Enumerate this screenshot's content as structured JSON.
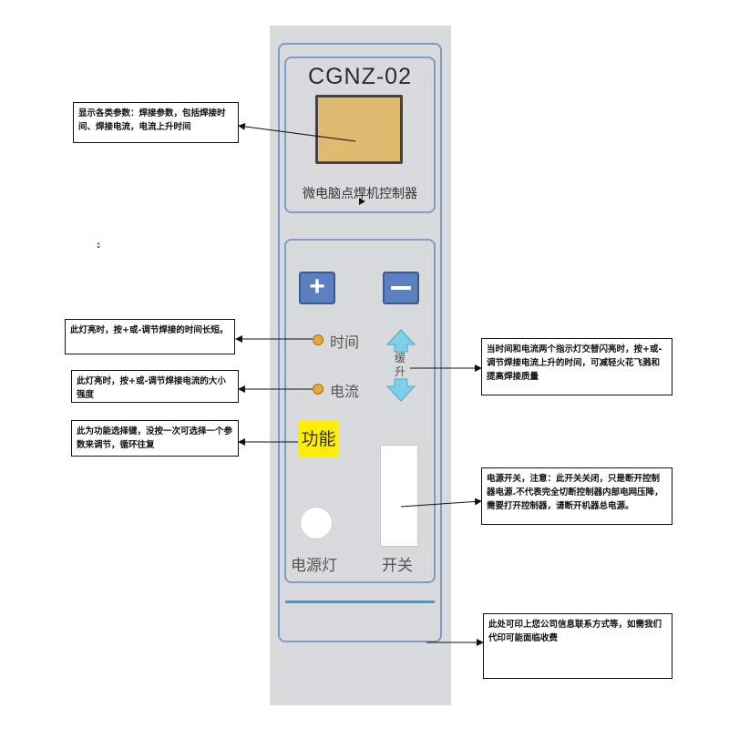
{
  "panel": {
    "model": "CGNZ-02",
    "device_name": "微电脑点焊机控制器",
    "plus_label": "+",
    "time_label": "时间",
    "current_label": "电流",
    "ramp_label_1": "缓",
    "ramp_label_2": "升",
    "function_label": "功能",
    "power_lamp_label": "电源灯",
    "switch_label": "开关"
  },
  "callouts": {
    "display": "显示各类参数：焊接参数，包括焊接时间、焊接电流，电流上升时间",
    "time_led": "此灯亮时，按+或-调节焊接的时间长短。",
    "current_led": "此灯亮时，按+或-调节焊接电流的大小强度",
    "function_button": "此为功能选择键，没按一次可选择一个参数来调节，循环往复",
    "ramp_up": "当时间和电流两个指示灯交替闪亮时，按+或-调节焊接电流上升的时间，可减轻火花飞溅和提高焊接质量",
    "power_switch": "电源开关，注意：此开关关闭，只是断开控制器电源.不代表完全切断控制器内部电网压降，需要打开控制器，请断开机器总电源。",
    "company_info": "此处可印上您公司信息联系方式等，如需我们代印可能面临收费"
  },
  "stray_mark": ":",
  "colors": {
    "panel": "#d9dadc",
    "frame": "#7f9cc8",
    "display": "#dfbb6f",
    "button": "#5b7fbf",
    "function_button": "#ffee00",
    "led": "#e8a83a",
    "arrow": "#7fd0e6",
    "divider": "#3b9bd8"
  }
}
